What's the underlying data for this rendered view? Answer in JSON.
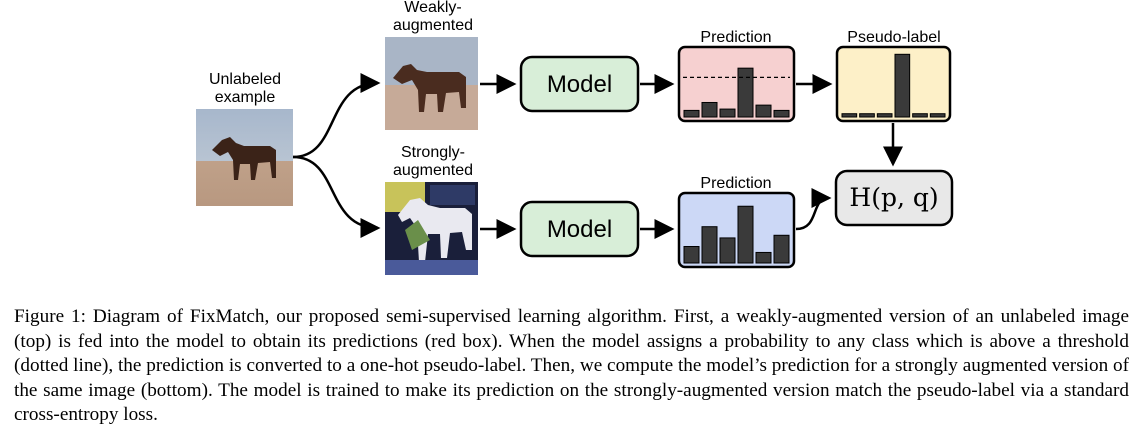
{
  "diagram": {
    "input": {
      "label_line1": "Unlabeled",
      "label_line2": "example"
    },
    "weak": {
      "label_line1": "Weakly-",
      "label_line2": "augmented"
    },
    "strong": {
      "label_line1": "Strongly-",
      "label_line2": "augmented"
    },
    "model_top": {
      "label": "Model"
    },
    "model_bottom": {
      "label": "Model"
    },
    "prediction_top": {
      "label": "Prediction",
      "bars": [
        0.1,
        0.22,
        0.12,
        0.74,
        0.18,
        0.1
      ],
      "threshold": 0.6
    },
    "pseudo_label": {
      "label": "Pseudo-label",
      "bars": [
        0.05,
        0.05,
        0.05,
        0.95,
        0.05,
        0.05
      ]
    },
    "prediction_bottom": {
      "label": "Prediction",
      "bars": [
        0.25,
        0.55,
        0.38,
        0.86,
        0.16,
        0.42
      ]
    },
    "loss": {
      "label": "H(p, q)"
    },
    "colors": {
      "model_fill": "#d8eed8",
      "red_fill": "#f6d0d0",
      "yellow_fill": "#fdf0c8",
      "blue_fill": "#ccd8f6",
      "loss_fill": "#e8e8e8",
      "bar": "#3a3a3a"
    }
  },
  "caption": "Figure 1: Diagram of FixMatch, our proposed semi-supervised learning algorithm. First, a weakly-augmented version of an unlabeled image (top) is fed into the model to obtain its predictions (red box). When the model assigns a probability to any class which is above a threshold (dotted line), the prediction is converted to a one-hot pseudo-label. Then, we compute the model’s prediction for a strongly augmented version of the same image (bottom). The model is trained to make its prediction on the strongly-augmented version match the pseudo-label via a standard cross-entropy loss."
}
